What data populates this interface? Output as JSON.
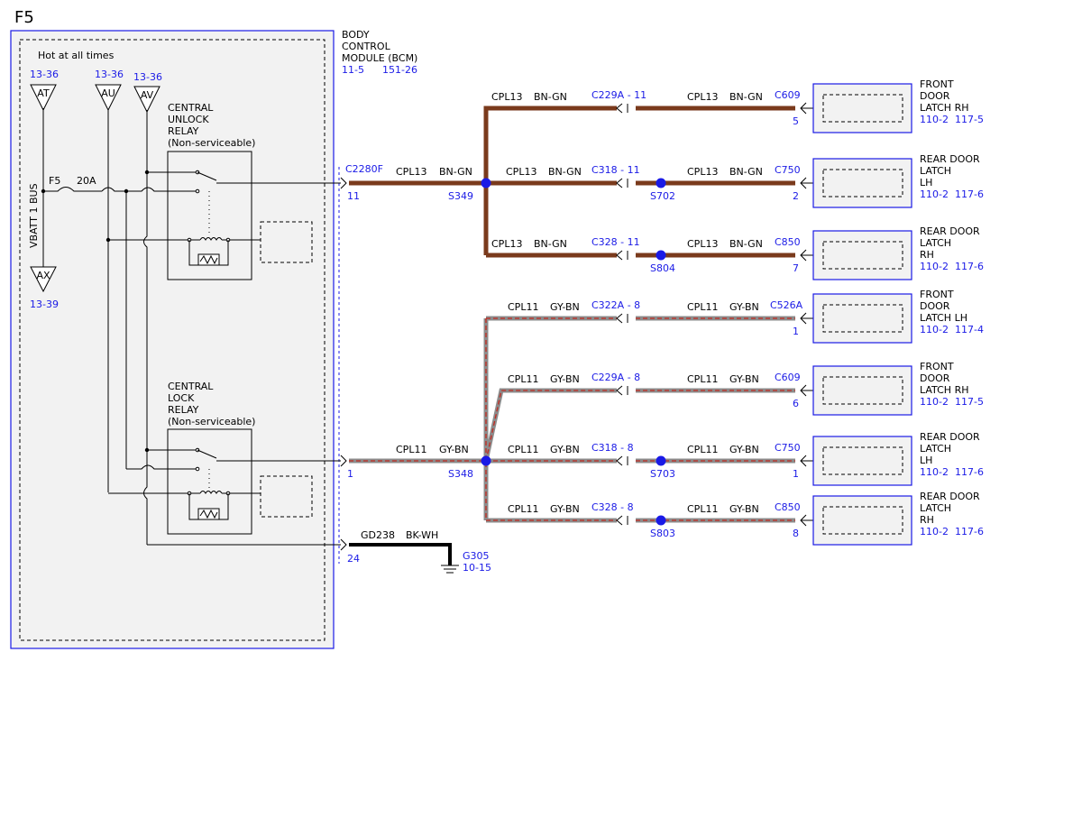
{
  "page_label": "F5",
  "bcm": {
    "title_lines": [
      "BODY",
      "CONTROL",
      "MODULE (BCM)"
    ],
    "refs": [
      "11-5",
      "151-26"
    ],
    "hot_label": "Hot at all times",
    "bus_label": "VBATT 1 BUS",
    "fuse": {
      "name": "F5",
      "rating": "20A"
    },
    "splices": [
      {
        "id": "AT",
        "ref": "13-36"
      },
      {
        "id": "AU",
        "ref": "13-36"
      },
      {
        "id": "AV",
        "ref": "13-36"
      },
      {
        "id": "AX",
        "ref": "13-39"
      }
    ],
    "unlock_relay_lines": [
      "CENTRAL",
      "UNLOCK",
      "RELAY",
      "(Non-serviceable)"
    ],
    "lock_relay_lines": [
      "CENTRAL",
      "LOCK",
      "RELAY",
      "(Non-serviceable)"
    ],
    "outputs": {
      "unlock": {
        "connector": "C2280F",
        "pin": "11"
      },
      "lock": {
        "pin": "1"
      },
      "ground": {
        "pin": "24"
      }
    }
  },
  "colors": {
    "diagram_blue": "#1a1ae6",
    "wire_brown": "#7a3a1c",
    "wire_gray": "#8c8c8c",
    "wire_stripe_red": "#c2291f",
    "wire_black": "#000000",
    "module_fill": "#f2f2f2"
  },
  "unlock_circuit": {
    "wire": "CPL13",
    "color_code": "BN-GN",
    "main_splice": "S349",
    "branches": [
      {
        "inline": "C229A - 11",
        "splice": "",
        "connector": "C609",
        "pin": "5",
        "device_lines": [
          "FRONT",
          "DOOR",
          "LATCH RH"
        ],
        "refs": [
          "110-2",
          "117-5"
        ]
      },
      {
        "inline": "C318 - 11",
        "splice": "S702",
        "connector": "C750",
        "pin": "2",
        "device_lines": [
          "REAR DOOR",
          "LATCH",
          "LH"
        ],
        "refs": [
          "110-2",
          "117-6"
        ]
      },
      {
        "inline": "C328 - 11",
        "splice": "S804",
        "connector": "C850",
        "pin": "7",
        "device_lines": [
          "REAR DOOR",
          "LATCH",
          "RH"
        ],
        "refs": [
          "110-2",
          "117-6"
        ]
      }
    ]
  },
  "lock_circuit": {
    "wire": "CPL11",
    "color_code": "GY-BN",
    "main_splice": "S348",
    "branches": [
      {
        "inline": "C322A - 8",
        "splice": "",
        "connector": "C526A",
        "pin": "1",
        "device_lines": [
          "FRONT",
          "DOOR",
          "LATCH LH"
        ],
        "refs": [
          "110-2",
          "117-4"
        ]
      },
      {
        "inline": "C229A - 8",
        "splice": "",
        "connector": "C609",
        "pin": "6",
        "device_lines": [
          "FRONT",
          "DOOR",
          "LATCH RH"
        ],
        "refs": [
          "110-2",
          "117-5"
        ]
      },
      {
        "inline": "C318 - 8",
        "splice": "S703",
        "connector": "C750",
        "pin": "1",
        "device_lines": [
          "REAR DOOR",
          "LATCH",
          "LH"
        ],
        "refs": [
          "110-2",
          "117-6"
        ]
      },
      {
        "inline": "C328 - 8",
        "splice": "S803",
        "connector": "C850",
        "pin": "8",
        "device_lines": [
          "REAR DOOR",
          "LATCH",
          "RH"
        ],
        "refs": [
          "110-2",
          "117-6"
        ]
      }
    ]
  },
  "ground_circuit": {
    "wire": "GD238",
    "color_code": "BK-WH",
    "ground_id": "G305",
    "ref": "10-15"
  }
}
